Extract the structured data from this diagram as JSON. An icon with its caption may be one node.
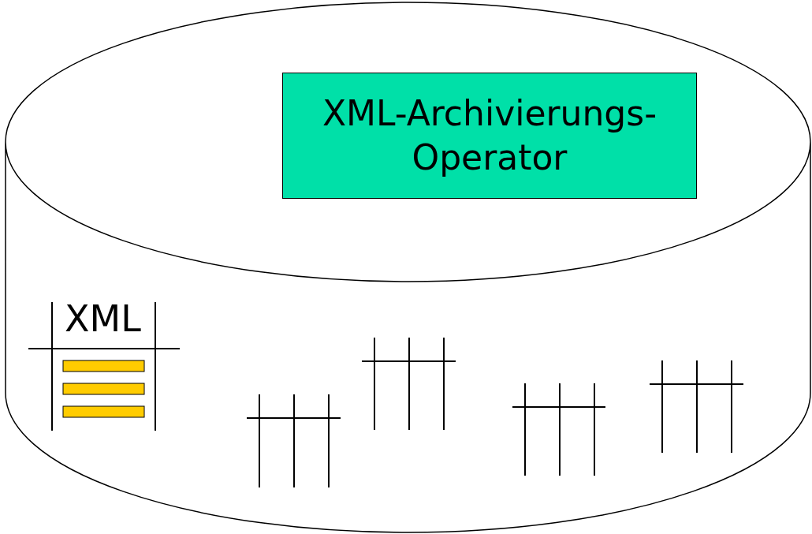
{
  "diagram": {
    "nodes": [
      {
        "text": [],
        "shape": "cylinder"
      },
      {
        "text": [
          "XML-Archivierungs-Operator"
        ],
        "in": 0
      },
      {
        "text": [
          "XML"
        ],
        "in": 0
      },
      {
        "text": [],
        "shape": "table",
        "in": 0
      },
      {
        "text": [],
        "shape": "table",
        "in": 0
      },
      {
        "text": [],
        "shape": "table",
        "in": 0
      },
      {
        "text": [],
        "shape": "table",
        "in": 0
      }
    ]
  }
}
